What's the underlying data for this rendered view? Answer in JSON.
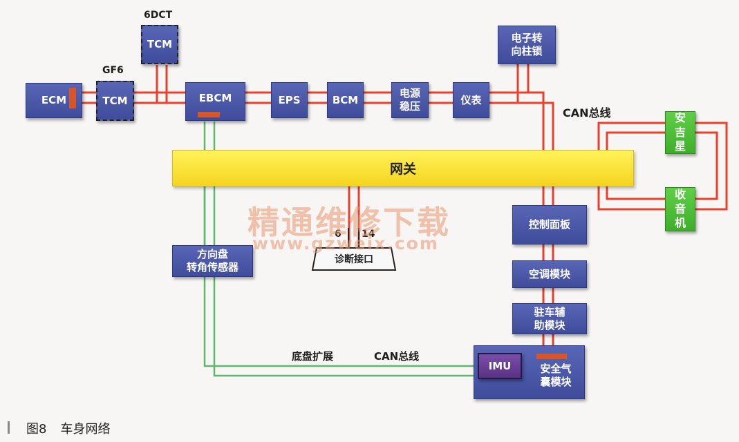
{
  "nodes": {
    "ecm": "ECM",
    "tcm_gf6": "TCM",
    "tcm_6dct": "TCM",
    "ebcm": "EBCM",
    "eps": "EPS",
    "bcm": "BCM",
    "power_regulator": "电源\n稳压",
    "instrument": "仪表",
    "steering_lock": "电子转\n向柱锁",
    "onstar": "安\n吉\n星",
    "radio": "收\n音\n机",
    "control_panel": "控制面板",
    "ac_module": "空调模块",
    "parking_assist": "驻车辅\n助模块",
    "steering_angle_sensor": "方向盘\n转角传感器",
    "imu": "IMU",
    "airbag_module": "安全气\n囊模块",
    "gateway": "网关"
  },
  "labels": {
    "gf6": "GF6",
    "dct6": "6DCT",
    "can_bus": "CAN总线",
    "chassis_bus_a": "底盘扩展",
    "chassis_bus_b": "CAN总线",
    "pin6": "6",
    "pin14": "14",
    "diag_port": "诊断接口"
  },
  "watermark": {
    "chinese": "精通维修下载",
    "url": "www.gzweix.com"
  },
  "caption": {
    "figure": "图8",
    "title": "车身网络"
  },
  "colors": {
    "can_wire": "#e8402c",
    "chassis_wire": "#5cb86a",
    "module_blue": "#4a57a8",
    "gateway_yellow": "#f9e33a",
    "node_green": "#4cbf36"
  }
}
